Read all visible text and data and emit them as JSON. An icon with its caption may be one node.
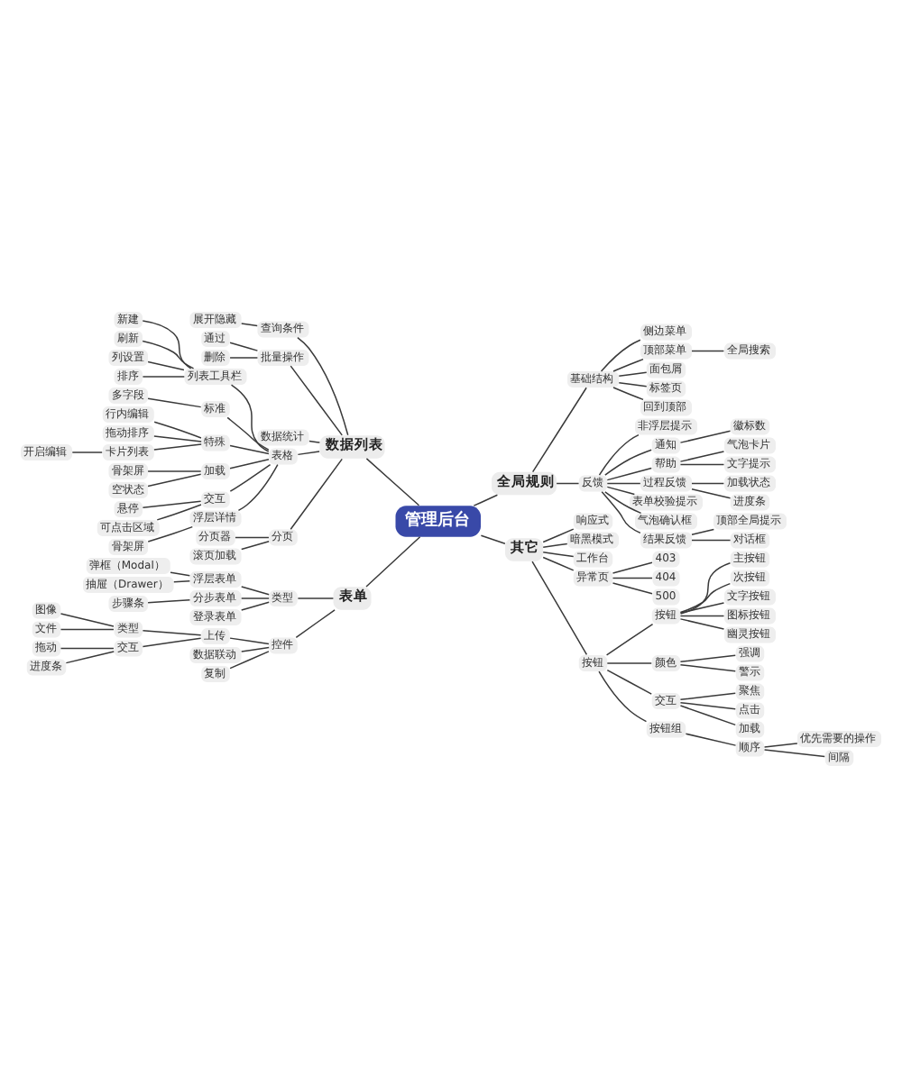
{
  "diagram": {
    "nodes": [
      {
        "text": [
          "管理后台"
        ]
      },
      {
        "text": [
          "数据列表"
        ]
      },
      {
        "text": [
          "查询条件"
        ]
      },
      {
        "text": [
          "展开隐藏"
        ]
      },
      {
        "text": [
          "批量操作"
        ]
      },
      {
        "text": [
          "通过"
        ]
      },
      {
        "text": [
          "删除"
        ]
      },
      {
        "text": [
          "数据统计"
        ]
      },
      {
        "text": [
          "表格"
        ]
      },
      {
        "text": [
          "列表工具栏"
        ]
      },
      {
        "text": [
          "新建"
        ]
      },
      {
        "text": [
          "刷新"
        ]
      },
      {
        "text": [
          "列设置"
        ]
      },
      {
        "text": [
          "排序"
        ]
      },
      {
        "text": [
          "标准"
        ]
      },
      {
        "text": [
          "多字段"
        ]
      },
      {
        "text": [
          "特殊"
        ]
      },
      {
        "text": [
          "行内编辑"
        ]
      },
      {
        "text": [
          "拖动排序"
        ]
      },
      {
        "text": [
          "卡片列表"
        ]
      },
      {
        "text": [
          "开启编辑"
        ]
      },
      {
        "text": [
          "加载"
        ]
      },
      {
        "text": [
          "骨架屏"
        ]
      },
      {
        "text": [
          "空状态"
        ]
      },
      {
        "text": [
          "交互"
        ]
      },
      {
        "text": [
          "悬停"
        ]
      },
      {
        "text": [
          "可点击区域"
        ]
      },
      {
        "text": [
          "浮层详情"
        ]
      },
      {
        "text": [
          "骨架屏"
        ]
      },
      {
        "text": [
          "分页"
        ]
      },
      {
        "text": [
          "分页器"
        ]
      },
      {
        "text": [
          "滚页加载"
        ]
      },
      {
        "text": [
          "表单"
        ]
      },
      {
        "text": [
          "类型"
        ]
      },
      {
        "text": [
          "浮层表单"
        ]
      },
      {
        "text": [
          "弹框（Modal）"
        ]
      },
      {
        "text": [
          "抽屉（Drawer）"
        ]
      },
      {
        "text": [
          "分步表单"
        ]
      },
      {
        "text": [
          "步骤条"
        ]
      },
      {
        "text": [
          "登录表单"
        ]
      },
      {
        "text": [
          "控件"
        ]
      },
      {
        "text": [
          "上传"
        ]
      },
      {
        "text": [
          "类型"
        ]
      },
      {
        "text": [
          "图像"
        ]
      },
      {
        "text": [
          "文件"
        ]
      },
      {
        "text": [
          "交互"
        ]
      },
      {
        "text": [
          "拖动"
        ]
      },
      {
        "text": [
          "进度条"
        ]
      },
      {
        "text": [
          "数据联动"
        ]
      },
      {
        "text": [
          "复制"
        ]
      },
      {
        "text": [
          "全局规则"
        ]
      },
      {
        "text": [
          "基础结构"
        ]
      },
      {
        "text": [
          "侧边菜单"
        ]
      },
      {
        "text": [
          "顶部菜单"
        ]
      },
      {
        "text": [
          "全局搜索"
        ]
      },
      {
        "text": [
          "面包屑"
        ]
      },
      {
        "text": [
          "标签页"
        ]
      },
      {
        "text": [
          "回到顶部"
        ]
      },
      {
        "text": [
          "反馈"
        ]
      },
      {
        "text": [
          "非浮层提示"
        ]
      },
      {
        "text": [
          "通知"
        ]
      },
      {
        "text": [
          "徽标数"
        ]
      },
      {
        "text": [
          "帮助"
        ]
      },
      {
        "text": [
          "气泡卡片"
        ]
      },
      {
        "text": [
          "文字提示"
        ]
      },
      {
        "text": [
          "过程反馈"
        ]
      },
      {
        "text": [
          "加载状态"
        ]
      },
      {
        "text": [
          "进度条"
        ]
      },
      {
        "text": [
          "表单校验提示"
        ]
      },
      {
        "text": [
          "气泡确认框"
        ]
      },
      {
        "text": [
          "结果反馈"
        ]
      },
      {
        "text": [
          "顶部全局提示"
        ]
      },
      {
        "text": [
          "对话框"
        ]
      },
      {
        "text": [
          "其它"
        ]
      },
      {
        "text": [
          "响应式"
        ]
      },
      {
        "text": [
          "暗黑模式"
        ]
      },
      {
        "text": [
          "工作台"
        ]
      },
      {
        "text": [
          "异常页"
        ]
      },
      {
        "text": [
          "403"
        ]
      },
      {
        "text": [
          "404"
        ]
      },
      {
        "text": [
          "500"
        ]
      },
      {
        "text": [
          "按钮"
        ]
      },
      {
        "text": [
          "按钮"
        ]
      },
      {
        "text": [
          "主按钮"
        ]
      },
      {
        "text": [
          "次按钮"
        ]
      },
      {
        "text": [
          "文字按钮"
        ]
      },
      {
        "text": [
          "图标按钮"
        ]
      },
      {
        "text": [
          "幽灵按钮"
        ]
      },
      {
        "text": [
          "颜色"
        ]
      },
      {
        "text": [
          "强调"
        ]
      },
      {
        "text": [
          "警示"
        ]
      },
      {
        "text": [
          "交互"
        ]
      },
      {
        "text": [
          "聚焦"
        ]
      },
      {
        "text": [
          "点击"
        ]
      },
      {
        "text": [
          "加载"
        ]
      },
      {
        "text": [
          "按钮组"
        ]
      },
      {
        "text": [
          "顺序"
        ]
      },
      {
        "text": [
          "优先需要的操作"
        ]
      },
      {
        "text": [
          "间隔"
        ]
      }
    ],
    "edges": [
      {
        "from": 1,
        "to": 0,
        "arrow": "none"
      },
      {
        "from": 2,
        "to": 1,
        "arrow": "none"
      },
      {
        "from": 3,
        "to": 2,
        "arrow": "none"
      },
      {
        "from": 4,
        "to": 1,
        "arrow": "none"
      },
      {
        "from": 5,
        "to": 4,
        "arrow": "none"
      },
      {
        "from": 6,
        "to": 4,
        "arrow": "none"
      },
      {
        "from": 7,
        "to": 1,
        "arrow": "none"
      },
      {
        "from": 8,
        "to": 1,
        "arrow": "none"
      },
      {
        "from": 9,
        "to": 8,
        "arrow": "none"
      },
      {
        "from": 10,
        "to": 9,
        "arrow": "none"
      },
      {
        "from": 11,
        "to": 9,
        "arrow": "none"
      },
      {
        "from": 12,
        "to": 9,
        "arrow": "none"
      },
      {
        "from": 13,
        "to": 9,
        "arrow": "none"
      },
      {
        "from": 14,
        "to": 8,
        "arrow": "none"
      },
      {
        "from": 15,
        "to": 14,
        "arrow": "none"
      },
      {
        "from": 16,
        "to": 8,
        "arrow": "none"
      },
      {
        "from": 17,
        "to": 16,
        "arrow": "none"
      },
      {
        "from": 18,
        "to": 16,
        "arrow": "none"
      },
      {
        "from": 19,
        "to": 16,
        "arrow": "none"
      },
      {
        "from": 20,
        "to": 19,
        "arrow": "none"
      },
      {
        "from": 21,
        "to": 8,
        "arrow": "none"
      },
      {
        "from": 22,
        "to": 21,
        "arrow": "none"
      },
      {
        "from": 23,
        "to": 21,
        "arrow": "none"
      },
      {
        "from": 24,
        "to": 8,
        "arrow": "none"
      },
      {
        "from": 25,
        "to": 24,
        "arrow": "none"
      },
      {
        "from": 26,
        "to": 24,
        "arrow": "none"
      },
      {
        "from": 27,
        "to": 8,
        "arrow": "none"
      },
      {
        "from": 28,
        "to": 27,
        "arrow": "none"
      },
      {
        "from": 29,
        "to": 1,
        "arrow": "none"
      },
      {
        "from": 30,
        "to": 29,
        "arrow": "none"
      },
      {
        "from": 31,
        "to": 29,
        "arrow": "none"
      },
      {
        "from": 32,
        "to": 0,
        "arrow": "none"
      },
      {
        "from": 33,
        "to": 32,
        "arrow": "none"
      },
      {
        "from": 34,
        "to": 33,
        "arrow": "none"
      },
      {
        "from": 35,
        "to": 34,
        "arrow": "none"
      },
      {
        "from": 36,
        "to": 34,
        "arrow": "none"
      },
      {
        "from": 37,
        "to": 33,
        "arrow": "none"
      },
      {
        "from": 38,
        "to": 37,
        "arrow": "none"
      },
      {
        "from": 39,
        "to": 33,
        "arrow": "none"
      },
      {
        "from": 40,
        "to": 32,
        "arrow": "none"
      },
      {
        "from": 41,
        "to": 40,
        "arrow": "none"
      },
      {
        "from": 42,
        "to": 41,
        "arrow": "none"
      },
      {
        "from": 43,
        "to": 42,
        "arrow": "none"
      },
      {
        "from": 44,
        "to": 42,
        "arrow": "none"
      },
      {
        "from": 45,
        "to": 41,
        "arrow": "none"
      },
      {
        "from": 46,
        "to": 45,
        "arrow": "none"
      },
      {
        "from": 47,
        "to": 45,
        "arrow": "none"
      },
      {
        "from": 48,
        "to": 40,
        "arrow": "none"
      },
      {
        "from": 49,
        "to": 40,
        "arrow": "none"
      },
      {
        "from": 0,
        "to": 50,
        "arrow": "none"
      },
      {
        "from": 50,
        "to": 51,
        "arrow": "none"
      },
      {
        "from": 51,
        "to": 52,
        "arrow": "none"
      },
      {
        "from": 51,
        "to": 53,
        "arrow": "none"
      },
      {
        "from": 53,
        "to": 54,
        "arrow": "none"
      },
      {
        "from": 51,
        "to": 55,
        "arrow": "none"
      },
      {
        "from": 51,
        "to": 56,
        "arrow": "none"
      },
      {
        "from": 51,
        "to": 57,
        "arrow": "none"
      },
      {
        "from": 50,
        "to": 58,
        "arrow": "none"
      },
      {
        "from": 58,
        "to": 59,
        "arrow": "none"
      },
      {
        "from": 58,
        "to": 60,
        "arrow": "none"
      },
      {
        "from": 60,
        "to": 61,
        "arrow": "none"
      },
      {
        "from": 58,
        "to": 62,
        "arrow": "none"
      },
      {
        "from": 62,
        "to": 63,
        "arrow": "none"
      },
      {
        "from": 62,
        "to": 64,
        "arrow": "none"
      },
      {
        "from": 58,
        "to": 65,
        "arrow": "none"
      },
      {
        "from": 65,
        "to": 66,
        "arrow": "none"
      },
      {
        "from": 65,
        "to": 67,
        "arrow": "none"
      },
      {
        "from": 58,
        "to": 68,
        "arrow": "none"
      },
      {
        "from": 58,
        "to": 69,
        "arrow": "none"
      },
      {
        "from": 58,
        "to": 70,
        "arrow": "none"
      },
      {
        "from": 70,
        "to": 71,
        "arrow": "none"
      },
      {
        "from": 70,
        "to": 72,
        "arrow": "none"
      },
      {
        "from": 0,
        "to": 73,
        "arrow": "none"
      },
      {
        "from": 73,
        "to": 74,
        "arrow": "none"
      },
      {
        "from": 73,
        "to": 75,
        "arrow": "none"
      },
      {
        "from": 73,
        "to": 76,
        "arrow": "none"
      },
      {
        "from": 73,
        "to": 77,
        "arrow": "none"
      },
      {
        "from": 77,
        "to": 78,
        "arrow": "none"
      },
      {
        "from": 77,
        "to": 79,
        "arrow": "none"
      },
      {
        "from": 77,
        "to": 80,
        "arrow": "none"
      },
      {
        "from": 73,
        "to": 81,
        "arrow": "none"
      },
      {
        "from": 81,
        "to": 82,
        "arrow": "none"
      },
      {
        "from": 82,
        "to": 83,
        "arrow": "none"
      },
      {
        "from": 82,
        "to": 84,
        "arrow": "none"
      },
      {
        "from": 82,
        "to": 85,
        "arrow": "none"
      },
      {
        "from": 82,
        "to": 86,
        "arrow": "none"
      },
      {
        "from": 82,
        "to": 87,
        "arrow": "none"
      },
      {
        "from": 81,
        "to": 88,
        "arrow": "none"
      },
      {
        "from": 88,
        "to": 89,
        "arrow": "none"
      },
      {
        "from": 88,
        "to": 90,
        "arrow": "none"
      },
      {
        "from": 81,
        "to": 91,
        "arrow": "none"
      },
      {
        "from": 91,
        "to": 92,
        "arrow": "none"
      },
      {
        "from": 91,
        "to": 93,
        "arrow": "none"
      },
      {
        "from": 91,
        "to": 94,
        "arrow": "none"
      },
      {
        "from": 81,
        "to": 95,
        "arrow": "none"
      },
      {
        "from": 95,
        "to": 96,
        "arrow": "none"
      },
      {
        "from": 96,
        "to": 97,
        "arrow": "none"
      },
      {
        "from": 96,
        "to": 98,
        "arrow": "none"
      }
    ]
  }
}
